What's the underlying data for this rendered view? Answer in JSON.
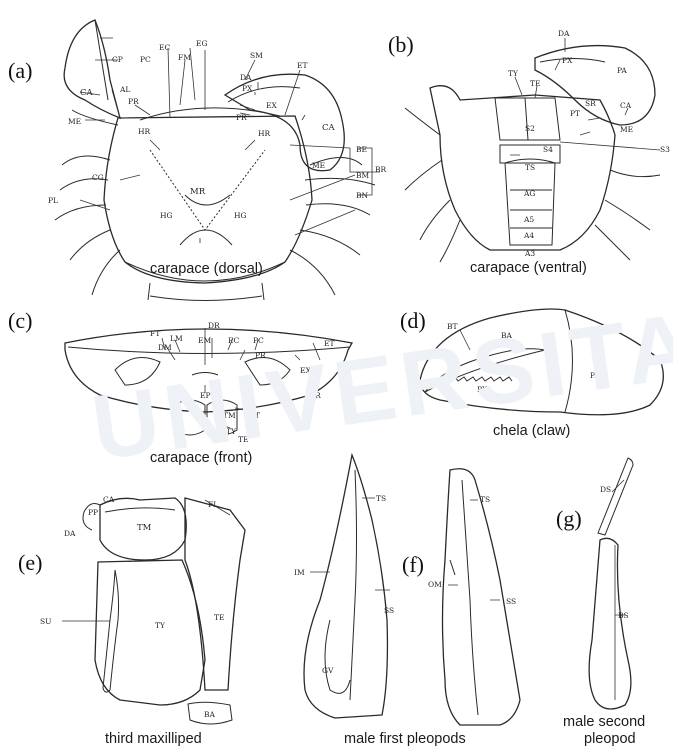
{
  "panels": {
    "a": "(a)",
    "b": "(b)",
    "c": "(c)",
    "d": "(d)",
    "e": "(e)",
    "f": "(f)",
    "g": "(g)"
  },
  "captions": {
    "a": "carapace (dorsal)",
    "b": "carapace (ventral)",
    "c": "carapace (front)",
    "d": "chela (claw)",
    "e": "third maxilliped",
    "f": "male first pleopods",
    "g_line1": "male second",
    "g_line2": "pleopod"
  },
  "labels_a": {
    "CP": "CP",
    "PC": "PC",
    "AL": "AL",
    "CA_left": "CA",
    "EC": "EC",
    "EG": "EG",
    "FM": "FM",
    "SM": "SM",
    "ET": "ET",
    "DA": "DA",
    "PX": "PX",
    "PR_left": "PR",
    "PR_right": "PR",
    "EX": "EX",
    "ME_left": "ME",
    "HR_left": "HR",
    "HR_right": "HR",
    "CA_right": "CA",
    "BE": "BE",
    "BR": "BR",
    "ME_right": "ME",
    "BM": "BM",
    "BN": "BN",
    "MR": "MR",
    "HG_left": "HG",
    "HG_right": "HG",
    "CG": "CG",
    "PL": "PL"
  },
  "labels_b": {
    "DA": "DA",
    "PX": "PX",
    "PA": "PA",
    "TY": "TY",
    "TE": "TE",
    "SR": "SR",
    "CA": "CA",
    "PT": "PT",
    "ME": "ME",
    "S2": "S2",
    "S3": "S3",
    "S4": "S4",
    "TS": "TS",
    "AG": "AG",
    "A5": "A5",
    "A4": "A4",
    "A3": "A3"
  },
  "labels_c": {
    "FT": "FT",
    "LM": "LM",
    "DM": "DM",
    "DR": "DR",
    "EM": "EM",
    "EC": "EC",
    "PC": "PC",
    "ET": "ET",
    "PR": "PR",
    "EX": "EX",
    "SR": "SR",
    "EP": "EP",
    "TM": "TM",
    "PT": "PT",
    "TY": "TY",
    "TE": "TE"
  },
  "labels_d": {
    "BT": "BT",
    "BA": "BA",
    "PA": "PA",
    "PX": "PX"
  },
  "labels_e": {
    "CA": "CA",
    "PP": "PP",
    "DA": "DA",
    "TM": "TM",
    "FL": "FL",
    "SU": "SU",
    "TY": "TY",
    "TE": "TE",
    "BA": "BA"
  },
  "labels_f": {
    "TS_left": "TS",
    "IM": "IM",
    "GV": "GV",
    "SS_left": "SS",
    "TS_right": "TS",
    "OM": "OM",
    "SS_right": "SS"
  },
  "labels_g": {
    "DS": "DS",
    "BS": "BS"
  },
  "watermark": {
    "text": "UNIVERSITAS",
    "color": "#eef2f6"
  }
}
